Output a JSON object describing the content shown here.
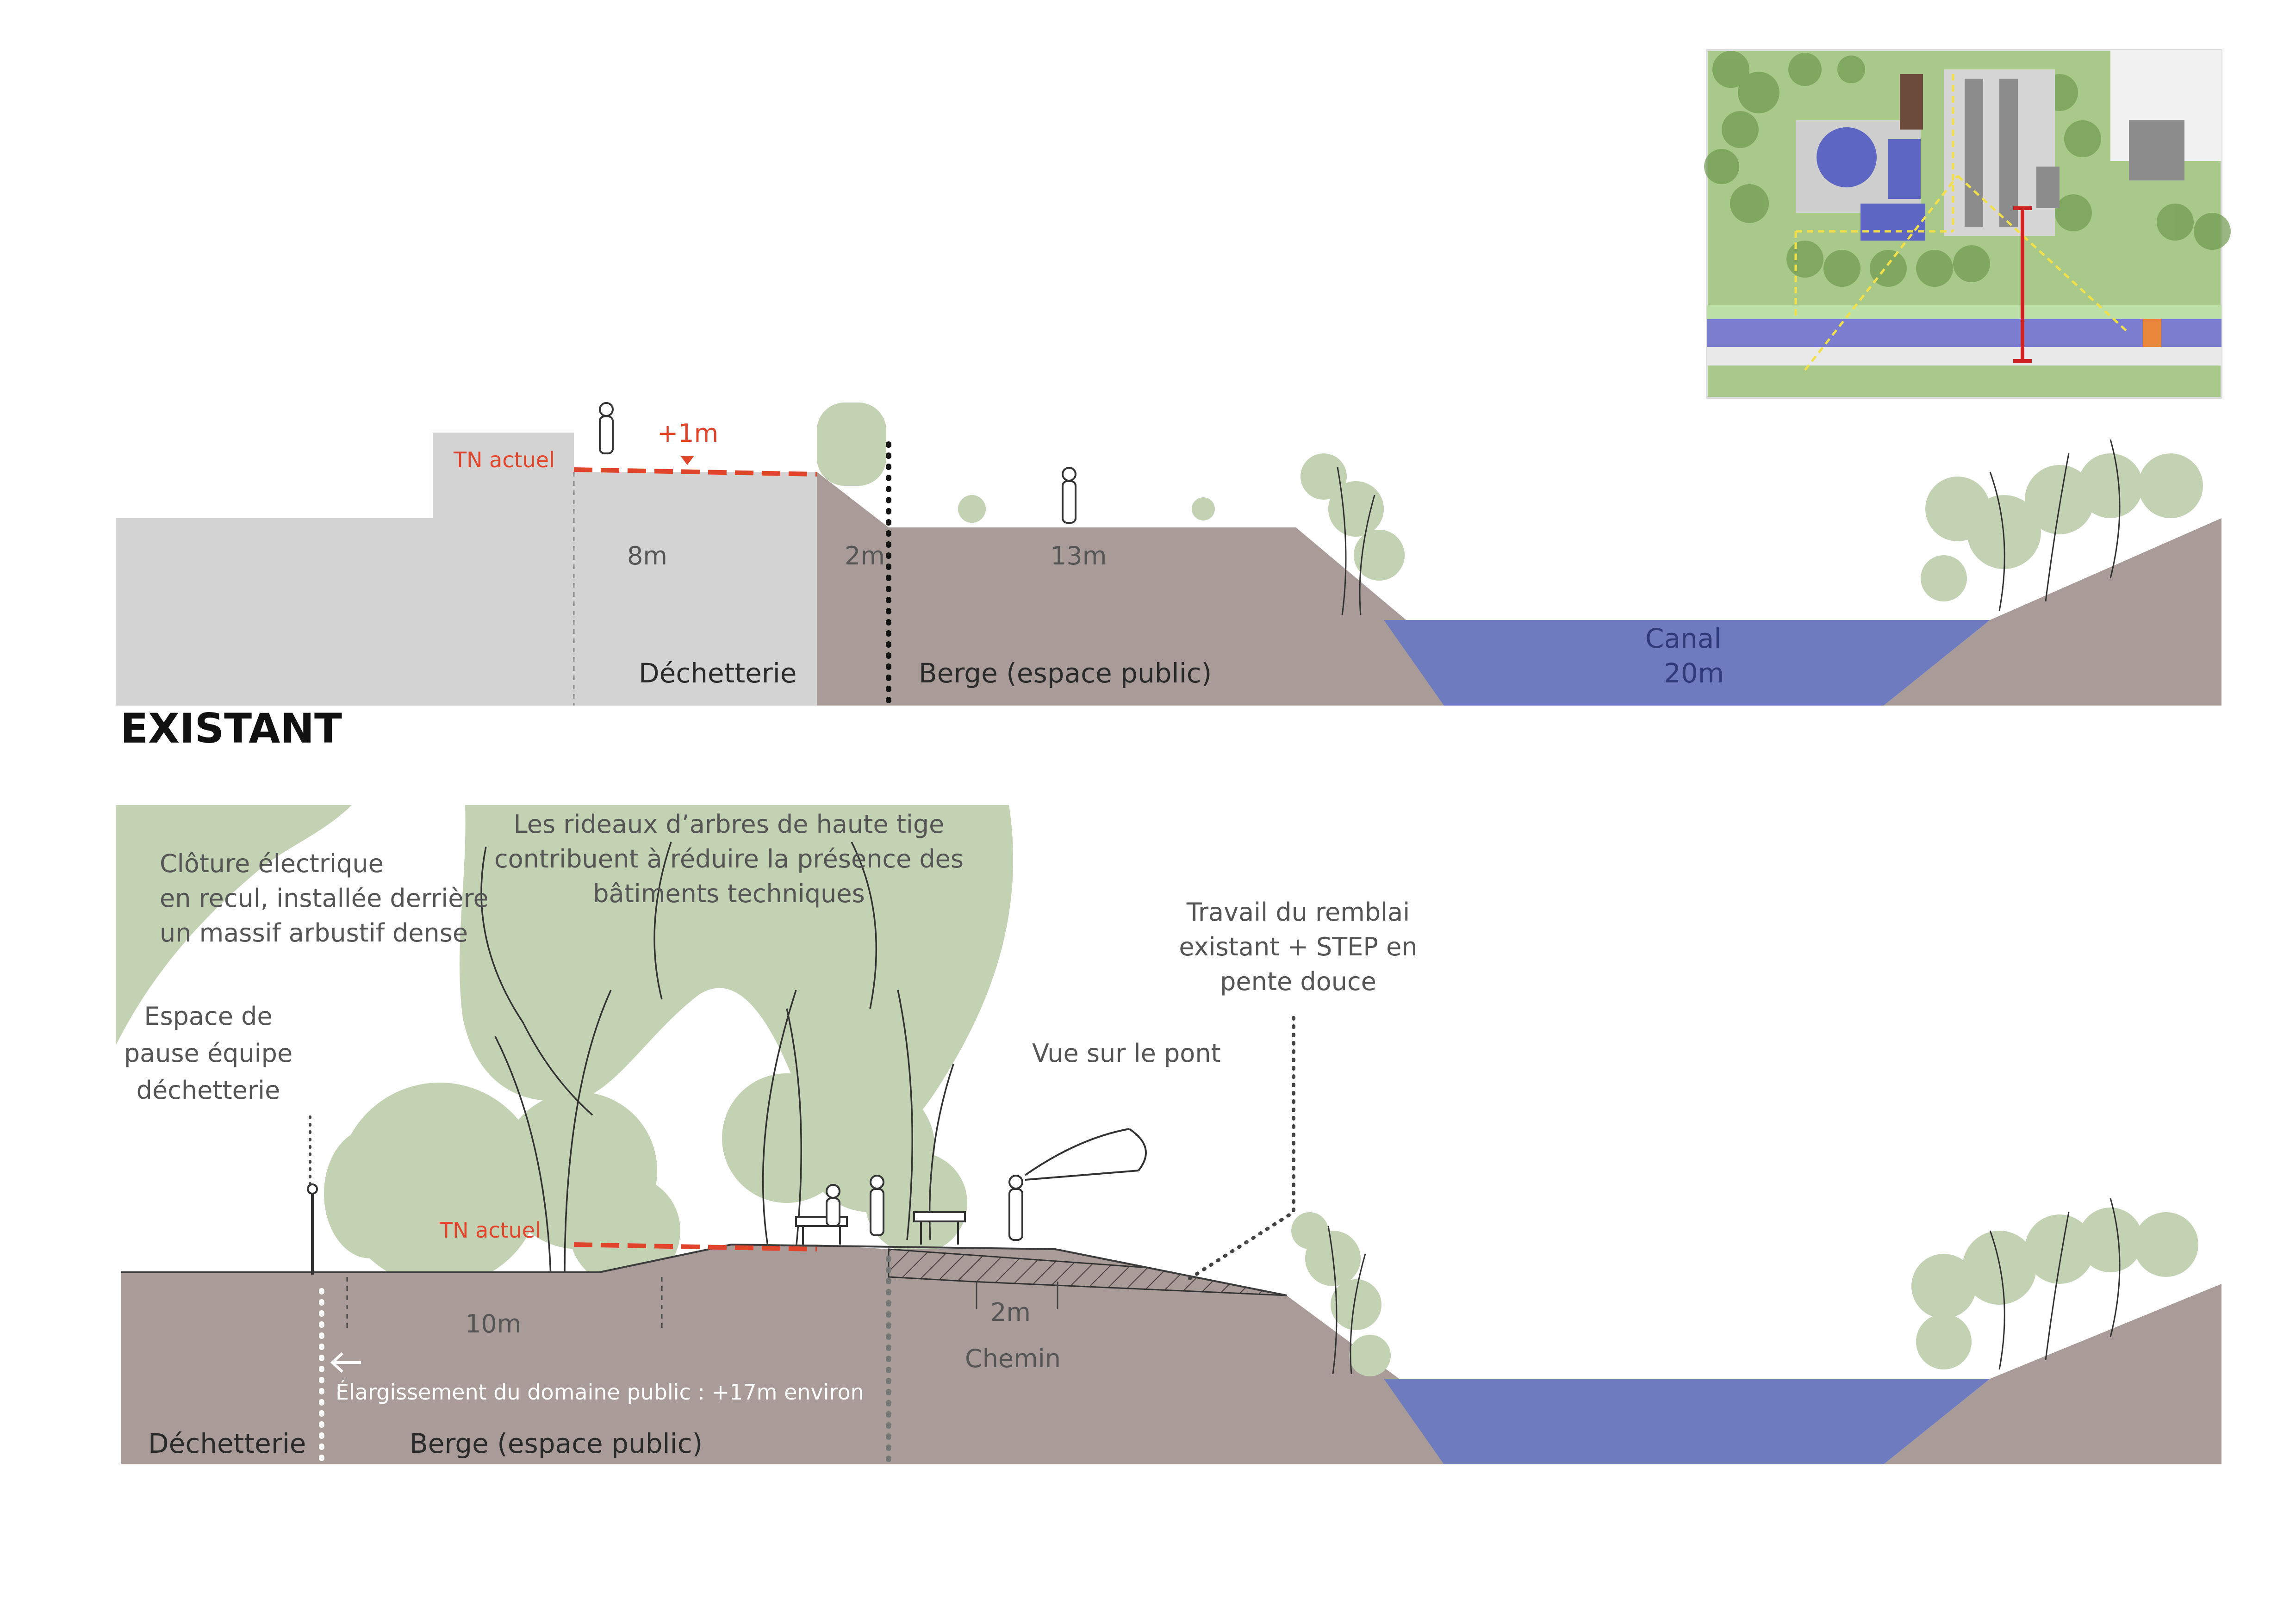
{
  "existing": {
    "heading": "EXISTANT",
    "tn_label": "TN actuel",
    "raise_label": "+1m",
    "dim_8m": "8m",
    "dim_2m": "2m",
    "dim_13m": "13m",
    "zone_dechetterie": "Déchetterie",
    "zone_berge": "Berge (espace public)",
    "canal_name": "Canal",
    "canal_width": "20m"
  },
  "proposed": {
    "note_fence": [
      "Clôture électrique",
      "en recul, installée derrière",
      "un massif arbustif dense"
    ],
    "note_trees": [
      "Les rideaux d’arbres de haute tige",
      "contribuent à réduire la présence des",
      "bâtiments techniques"
    ],
    "note_remblai": [
      "Travail du remblai",
      "existant + STEP en",
      "pente douce"
    ],
    "note_pause": [
      "Espace de",
      "pause équipe",
      "déchetterie"
    ],
    "note_view": "Vue sur le pont",
    "tn_label": "TN actuel",
    "dim_10m": "10m",
    "dim_2m": "2m",
    "path_label": "Chemin",
    "widening_note": "Élargissement du domaine public : +17m environ",
    "zone_dechetterie": "Déchetterie",
    "zone_berge": "Berge (espace public)"
  },
  "colors": {
    "ground": "#a89b98",
    "building": "#d3d3d3",
    "water": "#6f7bbf",
    "vegetation": "#c2d2b2",
    "accent_red": "#e0442a"
  },
  "icons": {
    "person": "person-silhouette",
    "tree": "tree-canopy",
    "reed": "reed-grass",
    "bench": "picnic-table",
    "fence_post": "fence-post"
  }
}
